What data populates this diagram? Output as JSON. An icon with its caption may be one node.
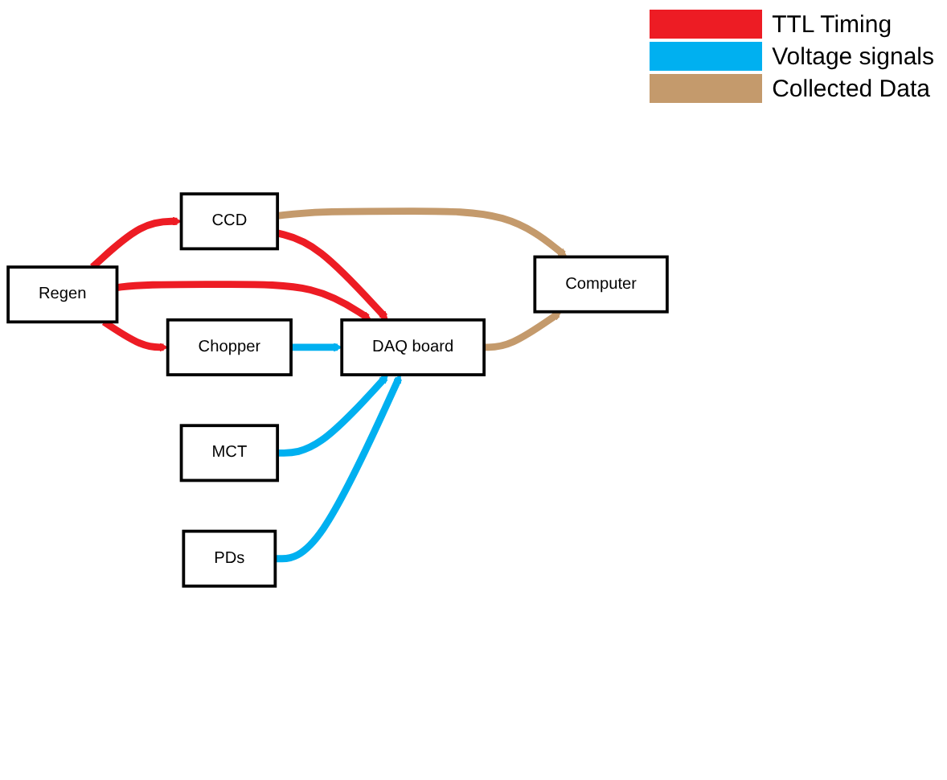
{
  "diagram": {
    "nodes": [
      {
        "text": [
          "Regen"
        ]
      },
      {
        "text": [
          "CCD"
        ]
      },
      {
        "text": [
          "DAQ board"
        ]
      },
      {
        "text": [
          "Chopper"
        ]
      },
      {
        "text": [
          "MCT"
        ]
      },
      {
        "text": [
          "PDs"
        ]
      },
      {
        "text": [
          "Computer"
        ]
      }
    ],
    "edges": [
      {
        "from": 0,
        "to": 1,
        "arrow": "to"
      },
      {
        "from": 1,
        "to": 2,
        "arrow": "to"
      },
      {
        "from": 0,
        "to": 2,
        "arrow": "to"
      },
      {
        "from": 0,
        "to": 3,
        "arrow": "to"
      },
      {
        "from": 3,
        "to": 2,
        "arrow": "to",
        "color": "#00b0f0"
      },
      {
        "from": 4,
        "to": 2,
        "arrow": "to",
        "color": "#00b0f0"
      },
      {
        "from": 5,
        "to": 2,
        "arrow": "to",
        "color": "#00b0f0"
      },
      {
        "from": 1,
        "to": 6,
        "arrow": "to",
        "color": "#c49a6c"
      },
      {
        "from": 2,
        "to": 6,
        "arrow": "to",
        "color": "#c49a6c"
      }
    ],
    "legend": [
      {
        "text": "TTL Timing",
        "color": "#ed1c24"
      },
      {
        "text": "Voltage signals",
        "color": "#00b0f0"
      },
      {
        "text": "Collected Data",
        "color": "#c49a6c"
      }
    ]
  }
}
